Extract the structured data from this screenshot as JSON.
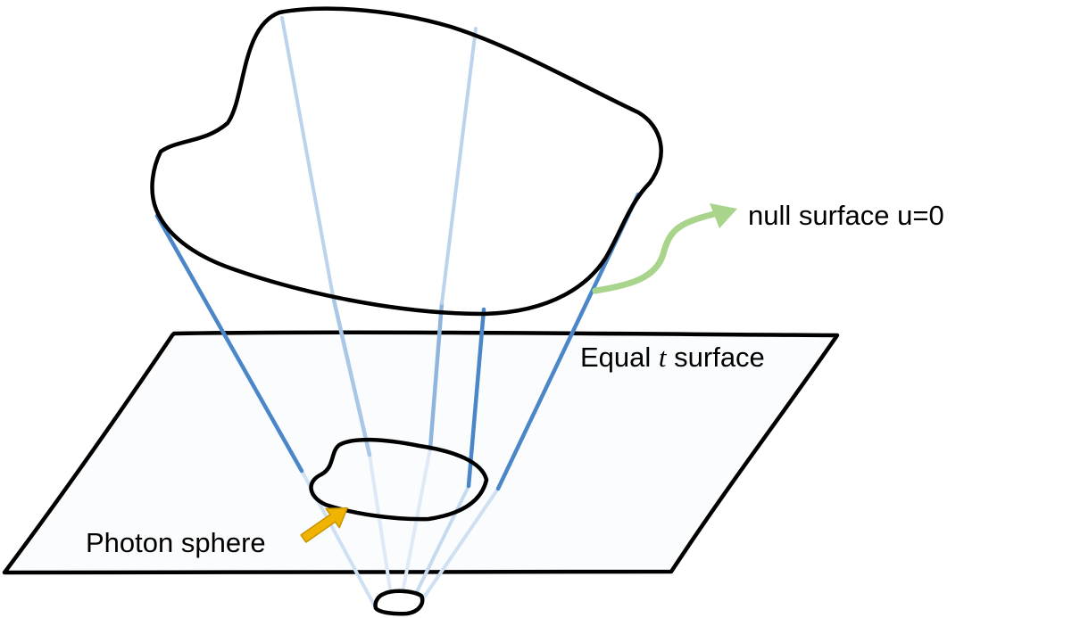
{
  "labels": {
    "null_surface": "null surface u=0",
    "equal_prefix": "Equal ",
    "equal_var": "t",
    "equal_suffix": " surface",
    "photon_sphere": "Photon sphere"
  },
  "colors": {
    "outline": "#000000",
    "plane_fill": "#fbfcfd",
    "ray_dark": "#4a86c8",
    "ray_light": "#a9c7e6",
    "null_arrow": "#a8d48c",
    "photon_arrow": "#f0b400",
    "photon_arrow_outline": "#c99400"
  },
  "icons": {
    "null_surface_pointer": "curved-arrow-icon",
    "photon_sphere_pointer": "block-arrow-icon"
  }
}
